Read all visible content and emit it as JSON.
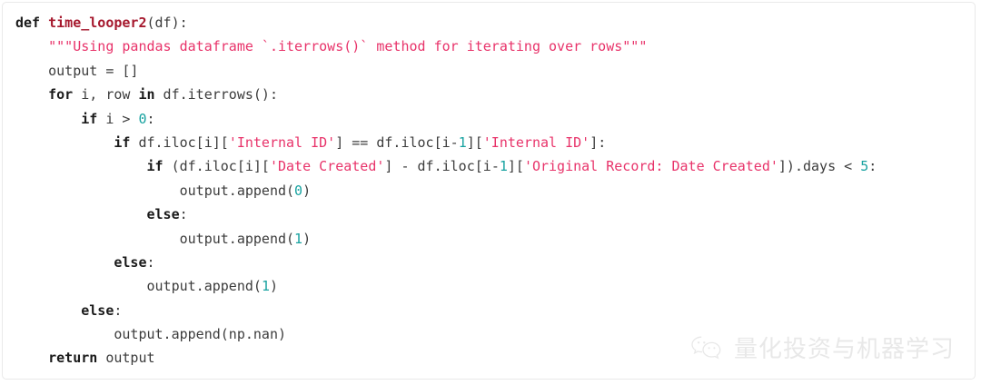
{
  "card": {
    "language": "python",
    "border_color": "#e9e9e9",
    "background": "#ffffff"
  },
  "theme": {
    "keyword": "#1a1a1a",
    "function_name": "#a6192e",
    "string": "#e8336a",
    "number": "#17a2a0",
    "plain": "#3c3c3c"
  },
  "code": {
    "lines": [
      {
        "n": 1,
        "indent": 0,
        "text": "def time_looper2(df):"
      },
      {
        "n": 2,
        "indent": 4,
        "text": "\"\"\"Using pandas dataframe `.iterrows()` method for iterating over rows\"\"\""
      },
      {
        "n": 3,
        "indent": 4,
        "text": "output = []"
      },
      {
        "n": 4,
        "indent": 4,
        "text": "for i, row in df.iterrows():"
      },
      {
        "n": 5,
        "indent": 8,
        "text": "if i > 0:"
      },
      {
        "n": 6,
        "indent": 12,
        "text": "if df.iloc[i]['Internal ID'] == df.iloc[i-1]['Internal ID']:"
      },
      {
        "n": 7,
        "indent": 16,
        "text": "if (df.iloc[i]['Date Created'] - df.iloc[i-1]['Original Record: Date Created']).days < 5:"
      },
      {
        "n": 8,
        "indent": 20,
        "text": "output.append(0)"
      },
      {
        "n": 9,
        "indent": 16,
        "text": "else:"
      },
      {
        "n": 10,
        "indent": 20,
        "text": "output.append(1)"
      },
      {
        "n": 11,
        "indent": 12,
        "text": "else:"
      },
      {
        "n": 12,
        "indent": 16,
        "text": "output.append(1)"
      },
      {
        "n": 13,
        "indent": 8,
        "text": "else:"
      },
      {
        "n": 14,
        "indent": 12,
        "text": "output.append(np.nan)"
      },
      {
        "n": 15,
        "indent": 4,
        "text": "return output"
      }
    ],
    "tokens": {
      "l1": [
        {
          "t": "def",
          "c": "kw"
        },
        {
          "t": " ",
          "c": "pl"
        },
        {
          "t": "time_looper2",
          "c": "fn"
        },
        {
          "t": "(df):",
          "c": "pl"
        }
      ],
      "l2": [
        {
          "t": "    ",
          "c": "pl"
        },
        {
          "t": "\"\"\"Using pandas dataframe `.iterrows()` method for iterating over rows\"\"\"",
          "c": "doc"
        }
      ],
      "l3": [
        {
          "t": "    output ",
          "c": "pl"
        },
        {
          "t": "=",
          "c": "op"
        },
        {
          "t": " []",
          "c": "pl"
        }
      ],
      "l4": [
        {
          "t": "    ",
          "c": "pl"
        },
        {
          "t": "for",
          "c": "kw"
        },
        {
          "t": " i, row ",
          "c": "pl"
        },
        {
          "t": "in",
          "c": "kw"
        },
        {
          "t": " df.iterrows():",
          "c": "pl"
        }
      ],
      "l5": [
        {
          "t": "        ",
          "c": "pl"
        },
        {
          "t": "if",
          "c": "kw"
        },
        {
          "t": " i ",
          "c": "pl"
        },
        {
          "t": ">",
          "c": "op"
        },
        {
          "t": " ",
          "c": "pl"
        },
        {
          "t": "0",
          "c": "num"
        },
        {
          "t": ":",
          "c": "pl"
        }
      ],
      "l6": [
        {
          "t": "            ",
          "c": "pl"
        },
        {
          "t": "if",
          "c": "kw"
        },
        {
          "t": " df.iloc[i][",
          "c": "pl"
        },
        {
          "t": "'Internal ID'",
          "c": "str"
        },
        {
          "t": "] ",
          "c": "pl"
        },
        {
          "t": "==",
          "c": "op"
        },
        {
          "t": " df.iloc[i",
          "c": "pl"
        },
        {
          "t": "-",
          "c": "op"
        },
        {
          "t": "1",
          "c": "num"
        },
        {
          "t": "][",
          "c": "pl"
        },
        {
          "t": "'Internal ID'",
          "c": "str"
        },
        {
          "t": "]:",
          "c": "pl"
        }
      ],
      "l7": [
        {
          "t": "                ",
          "c": "pl"
        },
        {
          "t": "if",
          "c": "kw"
        },
        {
          "t": " (df.iloc[i][",
          "c": "pl"
        },
        {
          "t": "'Date Created'",
          "c": "str"
        },
        {
          "t": "] ",
          "c": "pl"
        },
        {
          "t": "-",
          "c": "op"
        },
        {
          "t": " df.iloc[i",
          "c": "pl"
        },
        {
          "t": "-",
          "c": "op"
        },
        {
          "t": "1",
          "c": "num"
        },
        {
          "t": "][",
          "c": "pl"
        },
        {
          "t": "'Original Record: Date Created'",
          "c": "str"
        },
        {
          "t": "]).days ",
          "c": "pl"
        },
        {
          "t": "<",
          "c": "op"
        },
        {
          "t": " ",
          "c": "pl"
        },
        {
          "t": "5",
          "c": "num"
        },
        {
          "t": ":",
          "c": "pl"
        }
      ],
      "l8": [
        {
          "t": "                    output.append(",
          "c": "pl"
        },
        {
          "t": "0",
          "c": "num"
        },
        {
          "t": ")",
          "c": "pl"
        }
      ],
      "l9": [
        {
          "t": "                ",
          "c": "pl"
        },
        {
          "t": "else",
          "c": "kw"
        },
        {
          "t": ":",
          "c": "pl"
        }
      ],
      "l10": [
        {
          "t": "                    output.append(",
          "c": "pl"
        },
        {
          "t": "1",
          "c": "num"
        },
        {
          "t": ")",
          "c": "pl"
        }
      ],
      "l11": [
        {
          "t": "            ",
          "c": "pl"
        },
        {
          "t": "else",
          "c": "kw"
        },
        {
          "t": ":",
          "c": "pl"
        }
      ],
      "l12": [
        {
          "t": "                output.append(",
          "c": "pl"
        },
        {
          "t": "1",
          "c": "num"
        },
        {
          "t": ")",
          "c": "pl"
        }
      ],
      "l13": [
        {
          "t": "        ",
          "c": "pl"
        },
        {
          "t": "else",
          "c": "kw"
        },
        {
          "t": ":",
          "c": "pl"
        }
      ],
      "l14": [
        {
          "t": "            output.append(np.nan)",
          "c": "pl"
        }
      ],
      "l15": [
        {
          "t": "    ",
          "c": "pl"
        },
        {
          "t": "return",
          "c": "kw"
        },
        {
          "t": " output",
          "c": "pl"
        }
      ]
    }
  },
  "watermark": {
    "icon": "wechat-logo-icon",
    "text": "量化投资与机器学习",
    "color": "#b4b4b4"
  }
}
